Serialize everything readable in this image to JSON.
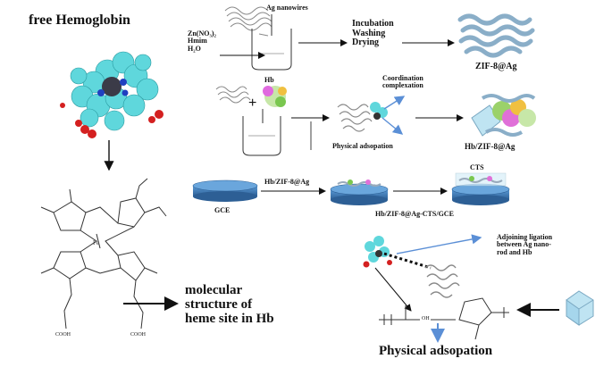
{
  "labels": {
    "free_hemoglobin": "free Hemoglobin",
    "ag_nanowires": "Ag nanowires",
    "reagents": "Zn(NO₃)₂\nHmim\nH₂O",
    "process_steps": "Incubation\nWashing\nDrying",
    "zif8_ag": "ZIF-8@Ag",
    "hb": "Hb",
    "coordination": "Coordination\ncomplexation",
    "physical_adsorption_small": "Physical adsopation",
    "hb_zif8_ag_product": "Hb/ZIF-8@Ag",
    "gce": "GCE",
    "hb_zif8_ag_arrow": "Hb/ZIF-8@Ag",
    "cts": "CTS",
    "electrode_label": "Hb/ZIF-8@Ag-CTS/GCE",
    "adjoining": "Adjoining ligation\nbetween Ag nano-\nrod and Hb",
    "molecular_structure": "molecular\nstructure of\nheme site in Hb",
    "physical_adsorption_big": "Physical adsopation",
    "oh": "OH",
    "cooh_left": "COOH",
    "cooh_right": "COOH"
  },
  "colors": {
    "protein_cyan": "#5fd7dc",
    "iron_dark": "#333344",
    "oxygen_red": "#d42020",
    "nitrogen_blue": "#2040c0",
    "electrode_blue": "#3f7fbf",
    "zif_blue": "#bfe4f2",
    "arrow_blue": "#5b8fd6"
  }
}
